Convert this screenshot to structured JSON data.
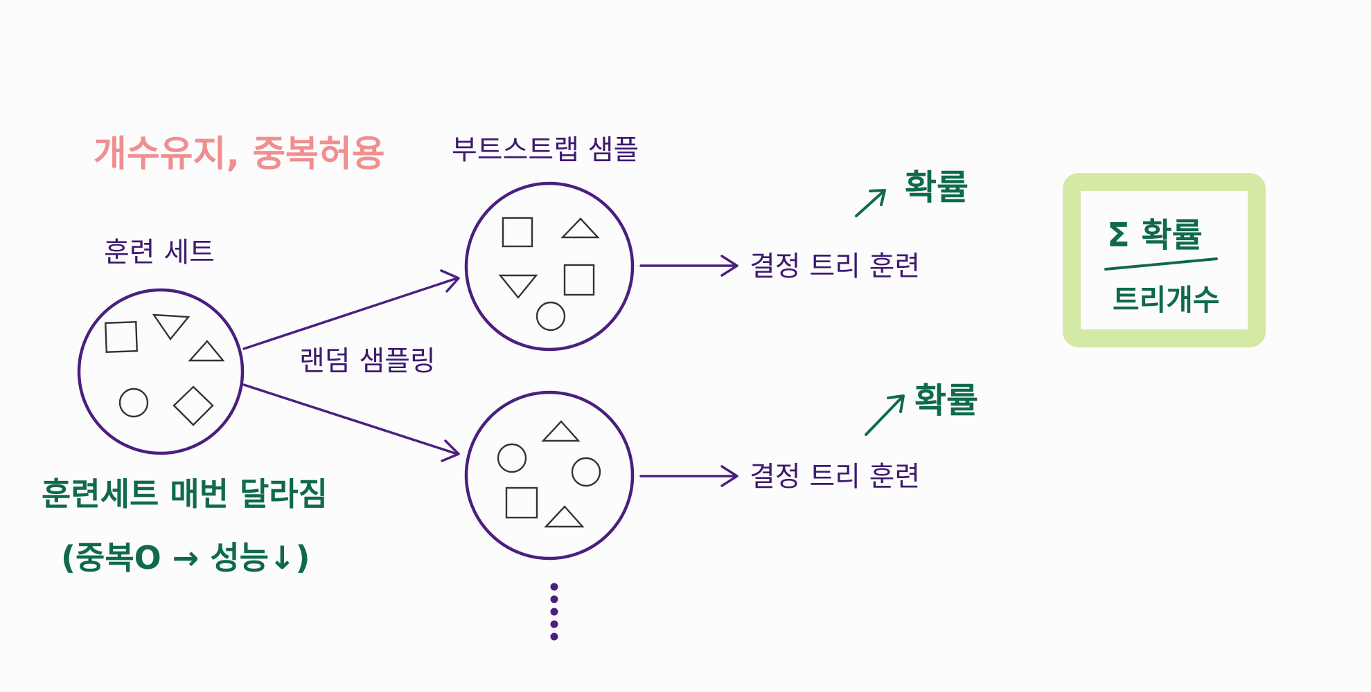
{
  "labels": {
    "training_set": "훈련 세트",
    "bootstrap_sample": "부트스트랩 샘플",
    "random_sampling": "랜덤 샘플링",
    "tree_train_1": "결정 트리 훈련",
    "tree_train_2": "결정 트리 훈련"
  },
  "handwritten_notes": {
    "keep_count_allow_dup": "개수유지, 중복허용",
    "train_set_varies": "훈련세트 매번 달라짐",
    "dup_perf": "(중복O → 성능↓)",
    "prob_1": "확률",
    "prob_2": "확률",
    "formula_numerator": "Σ 확률",
    "formula_denominator": "트리개수"
  },
  "colors": {
    "diagram_ink": "#4a1f80",
    "label_text": "#3d1a6e",
    "pink_note": "#ef8f90",
    "green_note": "#0f6a4c",
    "highlight_box": "#d4e9a4"
  }
}
